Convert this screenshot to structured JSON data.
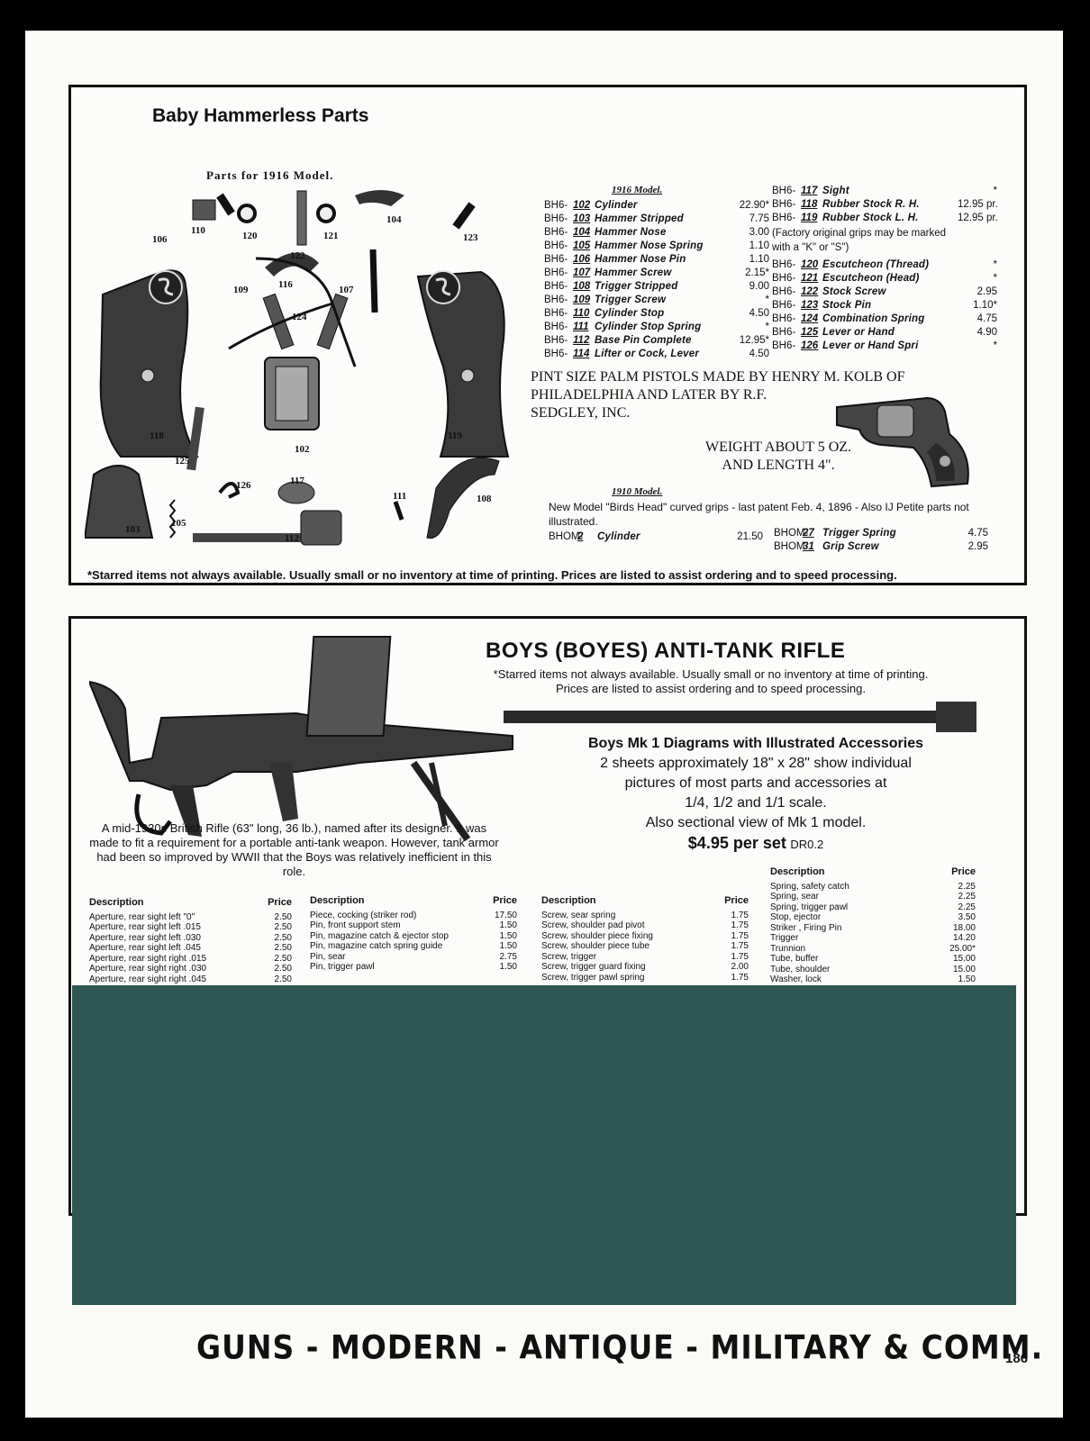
{
  "section1": {
    "title": "Baby Hammerless Parts",
    "subtitle": "Parts for 1916 Model.",
    "art_labels": [
      "106",
      "110",
      "120",
      "122",
      "121",
      "104",
      "123",
      "109",
      "116",
      "107",
      "124",
      "118",
      "119",
      "125",
      "102",
      "126",
      "117",
      "103",
      "105",
      "112",
      "111",
      "108"
    ],
    "model_1916": "1916 Model.",
    "parts_left": [
      {
        "code": "BH6-",
        "num": "102",
        "name": "Cylinder",
        "price": "22.90*"
      },
      {
        "code": "BH6-",
        "num": "103",
        "name": "Hammer Stripped",
        "price": "7.75"
      },
      {
        "code": "BH6-",
        "num": "104",
        "name": "Hammer Nose",
        "price": "3.00"
      },
      {
        "code": "BH6-",
        "num": "105",
        "name": "Hammer Nose Spring",
        "price": "1.10"
      },
      {
        "code": "BH6-",
        "num": "106",
        "name": "Hammer Nose Pin",
        "price": "1.10"
      },
      {
        "code": "BH6-",
        "num": "107",
        "name": "Hammer Screw",
        "price": "2.15*"
      },
      {
        "code": "BH6-",
        "num": "108",
        "name": "Trigger Stripped",
        "price": "9.00"
      },
      {
        "code": "BH6-",
        "num": "109",
        "name": "Trigger Screw",
        "price": "*"
      },
      {
        "code": "BH6-",
        "num": "110",
        "name": "Cylinder Stop",
        "price": "4.50"
      },
      {
        "code": "BH6-",
        "num": "111",
        "name": "Cylinder Stop Spring",
        "price": "*"
      },
      {
        "code": "BH6-",
        "num": "112",
        "name": "Base Pin Complete",
        "price": "12.95*"
      },
      {
        "code": "BH6-",
        "num": "114",
        "name": "Lifter or Cock, Lever",
        "price": "4.50"
      }
    ],
    "parts_right_top": [
      {
        "code": "BH6-",
        "num": "117",
        "name": "Sight",
        "price": "*"
      },
      {
        "code": "BH6-",
        "num": "118",
        "name": "Rubber Stock R. H.",
        "price": "12.95 pr."
      },
      {
        "code": "BH6-",
        "num": "119",
        "name": "Rubber Stock L. H.",
        "price": "12.95 pr."
      }
    ],
    "grips_note_1": "(Factory original grips may be marked",
    "grips_note_2": "with a \"K\" or \"S\")",
    "parts_right_bottom": [
      {
        "code": "BH6-",
        "num": "120",
        "name": "Escutcheon (Thread)",
        "price": "*"
      },
      {
        "code": "BH6-",
        "num": "121",
        "name": "Escutcheon (Head)",
        "price": "*"
      },
      {
        "code": "BH6-",
        "num": "122",
        "name": "Stock Screw",
        "price": "2.95"
      },
      {
        "code": "BH6-",
        "num": "123",
        "name": "Stock Pin",
        "price": "1.10*"
      },
      {
        "code": "BH6-",
        "num": "124",
        "name": "Combination Spring",
        "price": "4.75"
      },
      {
        "code": "BH6-",
        "num": "125",
        "name": "Lever or Hand",
        "price": "4.90"
      },
      {
        "code": "BH6-",
        "num": "126",
        "name": "Lever or Hand Spri",
        "price": "*"
      }
    ],
    "pint_1": "PINT SIZE PALM PISTOLS MADE BY HENRY M. KOLB OF",
    "pint_2": "PHILADELPHIA AND LATER BY R.F.",
    "pint_3": "SEDGLEY, INC.",
    "weight_1": "WEIGHT ABOUT 5 OZ.",
    "weight_2": "AND LENGTH 4\".",
    "model_1910": "1910 Model.",
    "note_1910": "New Model \"Birds Head\" curved grips - last patent Feb. 4, 1896 - Also IJ Petite parts not illustrated.",
    "parts_1910": [
      {
        "code": "BHOM-",
        "num": "2",
        "name": "Cylinder",
        "price": "21.50"
      },
      {
        "code": "BHOM-",
        "num": "27",
        "name": "Trigger Spring",
        "price": "4.75"
      },
      {
        "code": "BHOM",
        "num": "31",
        "name": "Grip Screw",
        "price": "2.95"
      }
    ],
    "footnote": "*Starred items not always available.  Usually small or no inventory at time of printing.  Prices are listed to assist ordering and to speed processing."
  },
  "section2": {
    "title": "BOYS (BOYES) ANTI-TANK RIFLE",
    "starred_1": "*Starred items not always available.  Usually small or no inventory at time of printing.",
    "starred_2": "Prices are listed to assist ordering and to speed processing.",
    "diagram_title": "Boys Mk 1 Diagrams with Illustrated Accessories",
    "diagram_1": "2 sheets approximately 18\" x 28\" show individual",
    "diagram_2": "pictures of most parts and accessories at",
    "diagram_3": "1/4, 1/2 and 1/1 scale.",
    "diagram_4": "Also sectional view of Mk 1 model.",
    "diagram_price": "$4.95 per set",
    "diagram_code": "DR0.2",
    "rifle_desc": "A mid-1930s British Rifle (63\" long, 36 lb.), named after its designer. It was made to fit a requirement for a portable anti-tank weapon. However, tank armor had been so improved by WWII that the Boys was relatively inefficient in this role.",
    "col_header_desc": "Description",
    "col_header_price": "Price",
    "col1": [
      {
        "d": "Aperture, rear sight left  \"0\"",
        "p": "2.50"
      },
      {
        "d": "Aperture, rear sight left  .015",
        "p": "2.50"
      },
      {
        "d": "Aperture, rear sight left  .030",
        "p": "2.50"
      },
      {
        "d": "Aperture, rear sight left  .045",
        "p": "2.50"
      },
      {
        "d": "Aperture, rear sight right  .015",
        "p": "2.50"
      },
      {
        "d": "Aperture, rear sight right  .030",
        "p": "2.50"
      },
      {
        "d": "Aperture, rear sight right  .045",
        "p": "2.50"
      }
    ],
    "col2": [
      {
        "d": "Piece, cocking (striker rod)",
        "p": "17.50"
      },
      {
        "d": "Pin, front support stem",
        "p": "1.50"
      },
      {
        "d": "Pin, magazine catch & ejector stop",
        "p": "1.50"
      },
      {
        "d": "Pin, magazine catch spring guide",
        "p": "1.50"
      },
      {
        "d": "Pin, sear",
        "p": "2.75"
      },
      {
        "d": "Pin, trigger pawl",
        "p": "1.50"
      }
    ],
    "col3": [
      {
        "d": "Screw, sear spring",
        "p": "1.75"
      },
      {
        "d": "Screw, shoulder pad pivot",
        "p": "1.75"
      },
      {
        "d": "Screw, shoulder piece fixing",
        "p": "1.75"
      },
      {
        "d": "Screw, shoulder piece tube",
        "p": "1.75"
      },
      {
        "d": "Screw, trigger",
        "p": "1.75"
      },
      {
        "d": "Screw, trigger guard fixing",
        "p": "2.00"
      },
      {
        "d": "Screw, trigger pawl spring",
        "p": "1.75"
      }
    ],
    "col4": [
      {
        "d": "Spring, safety catch",
        "p": "2.25"
      },
      {
        "d": "Spring, sear",
        "p": "2.25"
      },
      {
        "d": "Spring, trigger pawl",
        "p": "2.25"
      },
      {
        "d": "Stop, ejector",
        "p": "3.50"
      },
      {
        "d": "Striker , Firing Pin",
        "p": "18.00"
      },
      {
        "d": "Trigger",
        "p": "14.20"
      },
      {
        "d": "Trunnion",
        "p": "25.00*"
      },
      {
        "d": "Tube, buffer",
        "p": "15.00"
      },
      {
        "d": "Tube, shoulder",
        "p": "15.00"
      },
      {
        "d": "Washer, lock",
        "p": "1.50"
      }
    ]
  },
  "footer": {
    "banner": "GUNS - MODERN -  ANTIQUE -  MILITARY & COMM.",
    "page_number": "186"
  },
  "colors": {
    "overlay": "#2e5652",
    "page": "#fafaf7",
    "ink": "#111111"
  }
}
